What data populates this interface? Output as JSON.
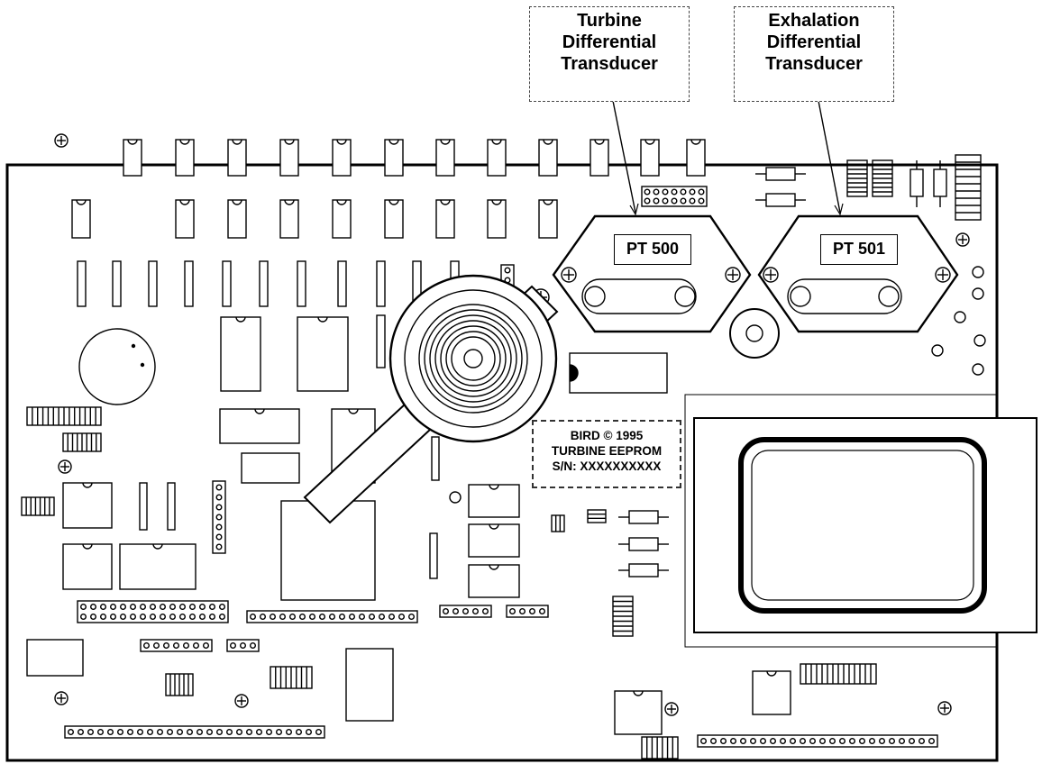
{
  "callouts": {
    "turbine": [
      "Turbine",
      "Differential",
      "Transducer"
    ],
    "exhalation": [
      "Exhalation",
      "Differential",
      "Transducer"
    ]
  },
  "transducers": {
    "left_label": "PT 500",
    "right_label": "PT 501"
  },
  "eeprom": {
    "line1": "BIRD © 1995",
    "line2": "TURBINE EEPROM",
    "line3": "S/N: XXXXXXXXXX"
  }
}
